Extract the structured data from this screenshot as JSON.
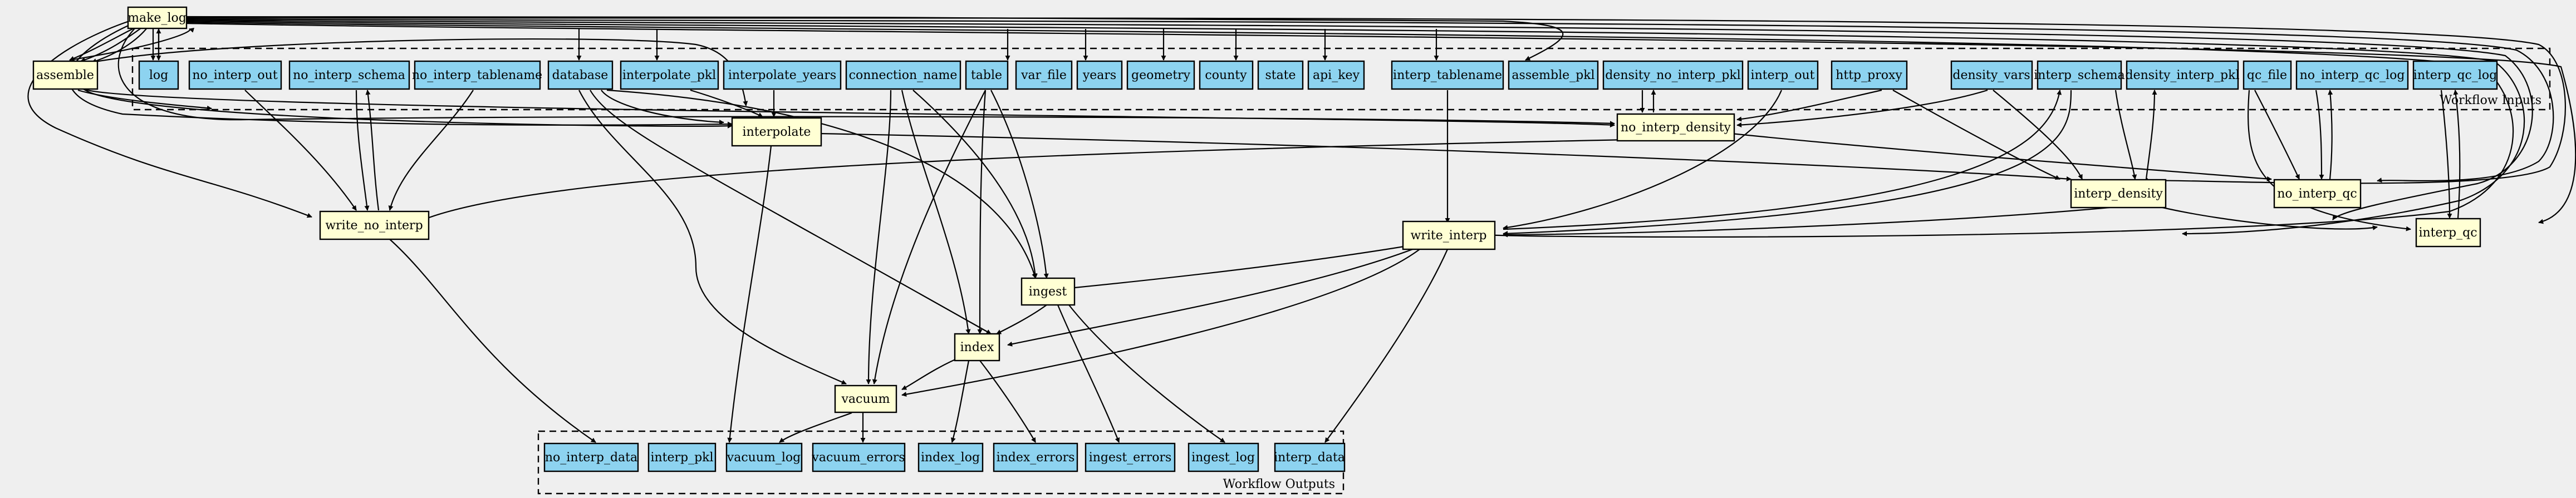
{
  "clusters": {
    "inputs_label": "Workflow Inputs",
    "outputs_label": "Workflow Outputs"
  },
  "nodes": {
    "make_log": "make_log",
    "assemble": "assemble",
    "log": "log",
    "no_interp_out": "no_interp_out",
    "no_interp_schema": "no_interp_schema",
    "no_interp_tablename": "no_interp_tablename",
    "database": "database",
    "interpolate_pkl": "interpolate_pkl",
    "interpolate_years": "interpolate_years",
    "connection_name": "connection_name",
    "table": "table",
    "var_file": "var_file",
    "years": "years",
    "geometry": "geometry",
    "county": "county",
    "state": "state",
    "api_key": "api_key",
    "interp_tablename": "interp_tablename",
    "assemble_pkl": "assemble_pkl",
    "density_no_interp_pkl": "density_no_interp_pkl",
    "interp_out": "interp_out",
    "http_proxy": "http_proxy",
    "density_vars": "density_vars",
    "interp_schema": "interp_schema",
    "density_interp_pkl": "density_interp_pkl",
    "qc_file": "qc_file",
    "no_interp_qc_log": "no_interp_qc_log",
    "interp_qc_log": "interp_qc_log",
    "interpolate": "interpolate",
    "no_interp_density": "no_interp_density",
    "write_no_interp": "write_no_interp",
    "interp_density": "interp_density",
    "no_interp_qc": "no_interp_qc",
    "write_interp": "write_interp",
    "interp_qc": "interp_qc",
    "ingest": "ingest",
    "index": "index",
    "vacuum": "vacuum",
    "no_interp_data": "no_interp_data",
    "interp_pkl": "interp_pkl",
    "vacuum_log": "vacuum_log",
    "vacuum_errors": "vacuum_errors",
    "index_log": "index_log",
    "index_errors": "index_errors",
    "ingest_errors": "ingest_errors",
    "ingest_log": "ingest_log",
    "interp_data": "interp_data"
  }
}
